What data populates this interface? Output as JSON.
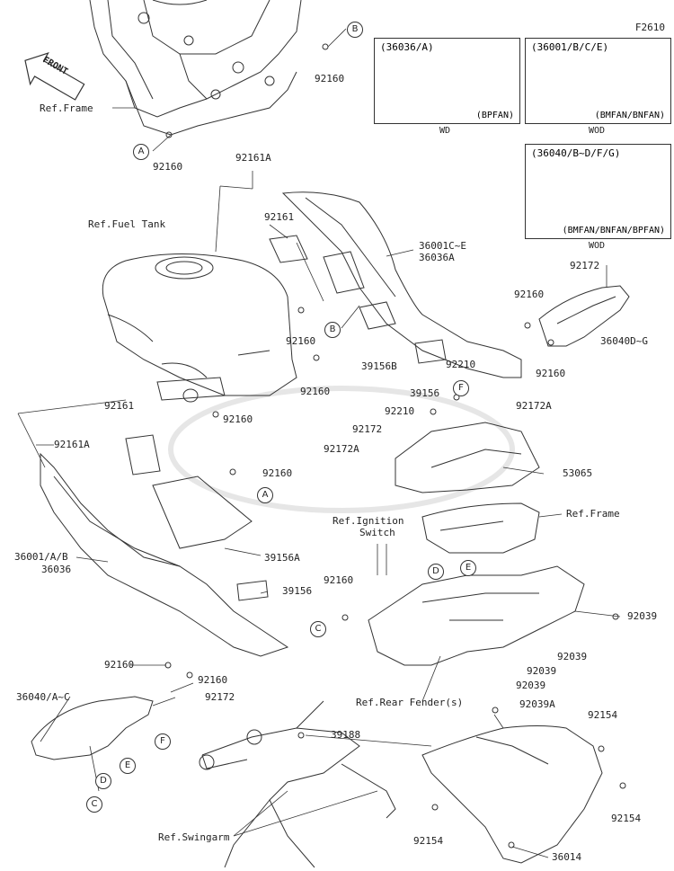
{
  "figure_code": "F2610",
  "front_label": "FRONT",
  "insets": [
    {
      "part": "(36036/A)",
      "variant": "(BPFAN)",
      "caption": "WD"
    },
    {
      "part": "(36001/B/C/E)",
      "variant": "(BMFAN/BNFAN)",
      "caption": "WOD"
    },
    {
      "part": "(36040/B~D/F/G)",
      "variant": "(BMFAN/BNFAN/BPFAN)",
      "caption": "WOD"
    }
  ],
  "labels": {
    "ref_frame_top": "Ref.Frame",
    "ref_fuel_tank": "Ref.Fuel Tank",
    "p92160_a": "92160",
    "p92160_b": "92160",
    "p92161a_top": "92161A",
    "p92161_top": "92161",
    "p36001ce": "36001C~E",
    "p36036a": "36036A",
    "p92172_r": "92172",
    "p92160_c": "92160",
    "p92160_d": "92160",
    "p36040dg": "36040D~G",
    "p92160_e": "92160",
    "p39156b": "39156B",
    "p92160_f": "92160",
    "p92210_a": "92210",
    "p39156": "39156",
    "p92160_g": "92160",
    "p92210_b": "92210",
    "p92172a_r": "92172A",
    "p92172_m": "92172",
    "p92172a_m": "92172A",
    "p92161_l": "92161",
    "p92161a_l": "92161A",
    "p53065": "53065",
    "p92160_h": "92160",
    "ref_frame_mid": "Ref.Frame",
    "ref_ignition_1": "Ref.Ignition",
    "ref_ignition_2": "Switch",
    "p39156a": "39156A",
    "p36001ab": "36001/A/B",
    "p36036": "36036",
    "p92160_i": "92160",
    "p39156_l": "39156",
    "p92039_a": "92039",
    "p92039_b": "92039",
    "p92039_c": "92039",
    "p92039_d": "92039",
    "p92160_j": "92160",
    "p92160_k": "92160",
    "ref_rear_fender": "Ref.Rear Fender(s)",
    "p36040ac": "36040/A~C",
    "p92172_b": "92172",
    "p92039a": "92039A",
    "p92154_a": "92154",
    "p39188": "39188",
    "p92154_b": "92154",
    "ref_swingarm": "Ref.Swingarm",
    "p92154_c": "92154",
    "p36014": "36014"
  },
  "callouts": [
    "A",
    "B",
    "C",
    "D",
    "E",
    "F"
  ]
}
